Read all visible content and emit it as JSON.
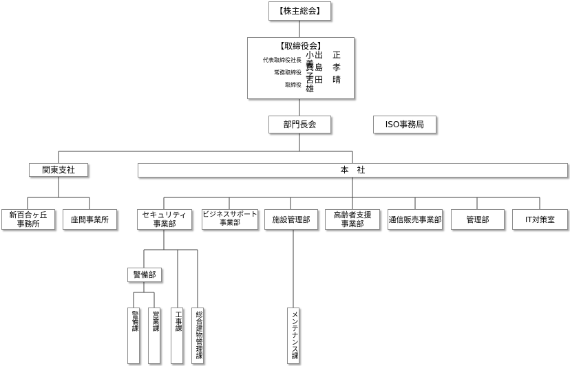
{
  "shareholders": "【株主総会】",
  "board": {
    "title": "【取締役会】",
    "members": [
      {
        "role": "代表取締役社長",
        "name": "小出　正義"
      },
      {
        "role": "常務取締役",
        "name": "真島　孝子"
      },
      {
        "role": "取締役",
        "name": "吉田　晴雄"
      }
    ]
  },
  "dept_council": "部門長会",
  "iso_office": "ISO事務局",
  "kanto_branch": "関東支社",
  "head_office": "本　社",
  "kanto_offices": [
    "新百合ヶ丘\n事務所",
    "座間事業所"
  ],
  "head_divisions": [
    "セキュリティ\n事業部",
    "ビジネスサポート\n事業部",
    "施設管理部",
    "高齢者支援\n事業部",
    "通信販売事業部",
    "管理部",
    "IT対策室"
  ],
  "security_units": {
    "keibi_bu": "警備部",
    "keibi_ka": "警備課",
    "eigyo_ka": "営業課",
    "koji_ka": "工事課",
    "sogo_ka": "総合建物管理課"
  },
  "maintenance_ka": "メンテナンス課"
}
